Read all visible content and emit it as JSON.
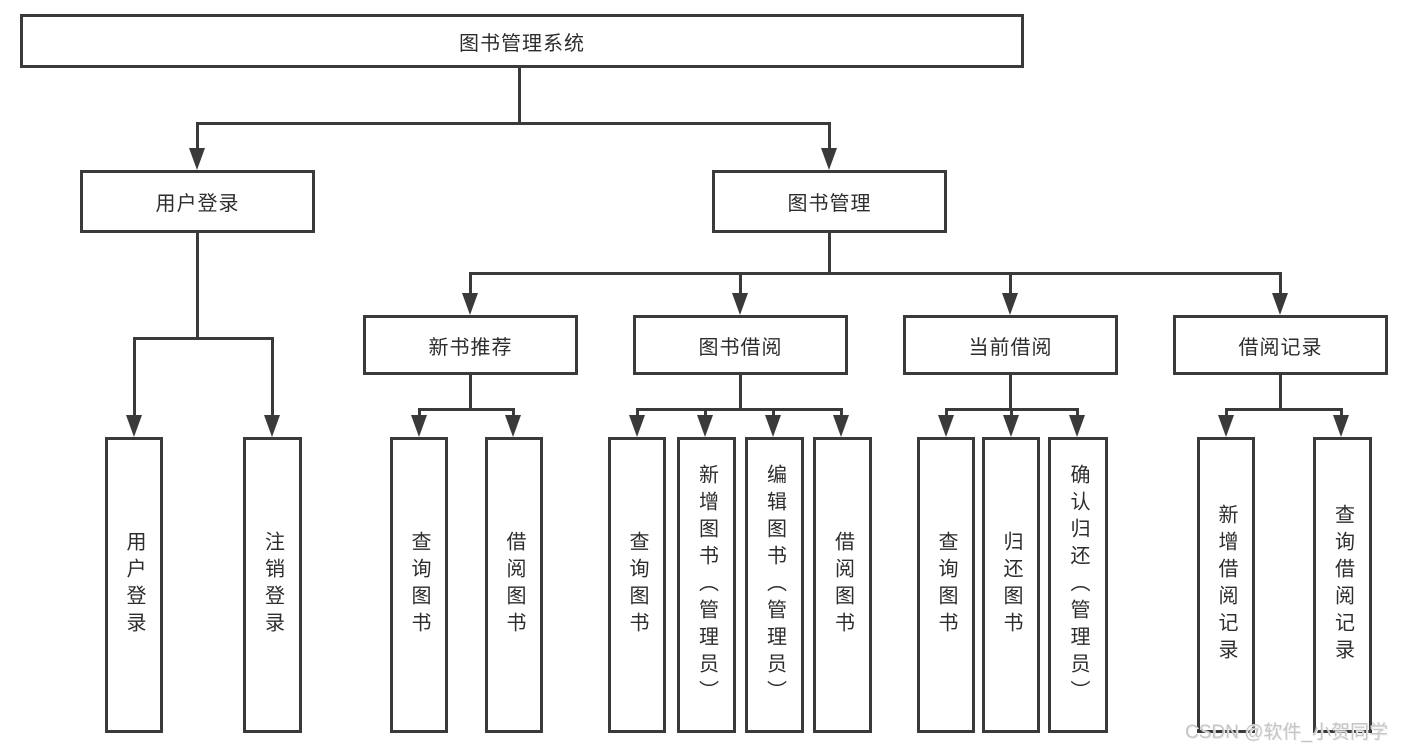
{
  "diagram": {
    "title_node": "图书管理系统",
    "nodes": {
      "root": "图书管理系统",
      "user_login": "用户登录",
      "book_mgmt": "图书管理",
      "new_book": "新书推荐",
      "book_borrow": "图书借阅",
      "current_borrow": "当前借阅",
      "borrow_records": "借阅记录",
      "leaf_user_login": "用户登录",
      "leaf_logout": "注销登录",
      "leaf_nb_query": "查询图书",
      "leaf_nb_borrow": "借阅图书",
      "leaf_bb_query": "查询图书",
      "leaf_bb_add": "新增图书（管理员）",
      "leaf_bb_edit": "编辑图书（管理员）",
      "leaf_bb_borrow": "借阅图书",
      "leaf_cb_query": "查询图书",
      "leaf_cb_return": "归还图书",
      "leaf_cb_confirm": "确认归还（管理员）",
      "leaf_br_add": "新增借阅记录",
      "leaf_br_query": "查询借阅记录"
    },
    "colors": {
      "line": "#3a3a3a",
      "text": "#2d2d2d",
      "background": "#ffffff",
      "watermark": "#c6c6c6"
    }
  },
  "watermark": "CSDN @软件_小贺同学"
}
